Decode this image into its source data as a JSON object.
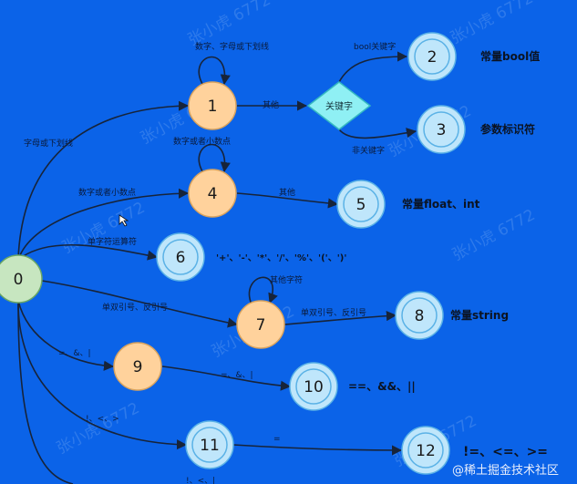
{
  "diagram": {
    "nodes": [
      {
        "id": "0",
        "label": "0",
        "kind": "start"
      },
      {
        "id": "1",
        "label": "1",
        "kind": "intermediate"
      },
      {
        "id": "kw",
        "label": "关键字",
        "kind": "decision"
      },
      {
        "id": "2",
        "label": "2",
        "kind": "final"
      },
      {
        "id": "3",
        "label": "3",
        "kind": "final"
      },
      {
        "id": "4",
        "label": "4",
        "kind": "intermediate"
      },
      {
        "id": "5",
        "label": "5",
        "kind": "final"
      },
      {
        "id": "6",
        "label": "6",
        "kind": "final"
      },
      {
        "id": "7",
        "label": "7",
        "kind": "intermediate"
      },
      {
        "id": "8",
        "label": "8",
        "kind": "final"
      },
      {
        "id": "9",
        "label": "9",
        "kind": "intermediate"
      },
      {
        "id": "10",
        "label": "10",
        "kind": "final"
      },
      {
        "id": "11",
        "label": "11",
        "kind": "final"
      },
      {
        "id": "12",
        "label": "12",
        "kind": "final"
      }
    ],
    "edge_labels": {
      "e0_1": "字母或下划线",
      "loop1": "数字、字母或下划线",
      "e1_kw": "其他",
      "ekw_2": "bool关键字",
      "ekw_3": "非关键字",
      "e0_4": "数字或者小数点",
      "loop4": "数字或者小数点",
      "e4_5": "其他",
      "e0_6": "单字符运算符",
      "e0_7": "单双引号、反引号",
      "loop7": "其他字符",
      "e7_8": "单双引号、反引号",
      "e0_9": "=、&、|",
      "e9_10": "=、&、|",
      "e0_11": "!、<、>",
      "e11_12": "=",
      "e11_bottom": "!、<、|"
    },
    "side_labels": {
      "s2": "常量bool值",
      "s3": "参数标识符",
      "s5": "常量float、int",
      "s6": "'+'、'-'、'*'、'/'、'%'、'('、')'",
      "s8": "常量string",
      "s10": "==、&&、||",
      "s12": "!=、<=、>="
    },
    "watermark": "张小虎 6772",
    "credit": "@稀土掘金技术社区"
  }
}
